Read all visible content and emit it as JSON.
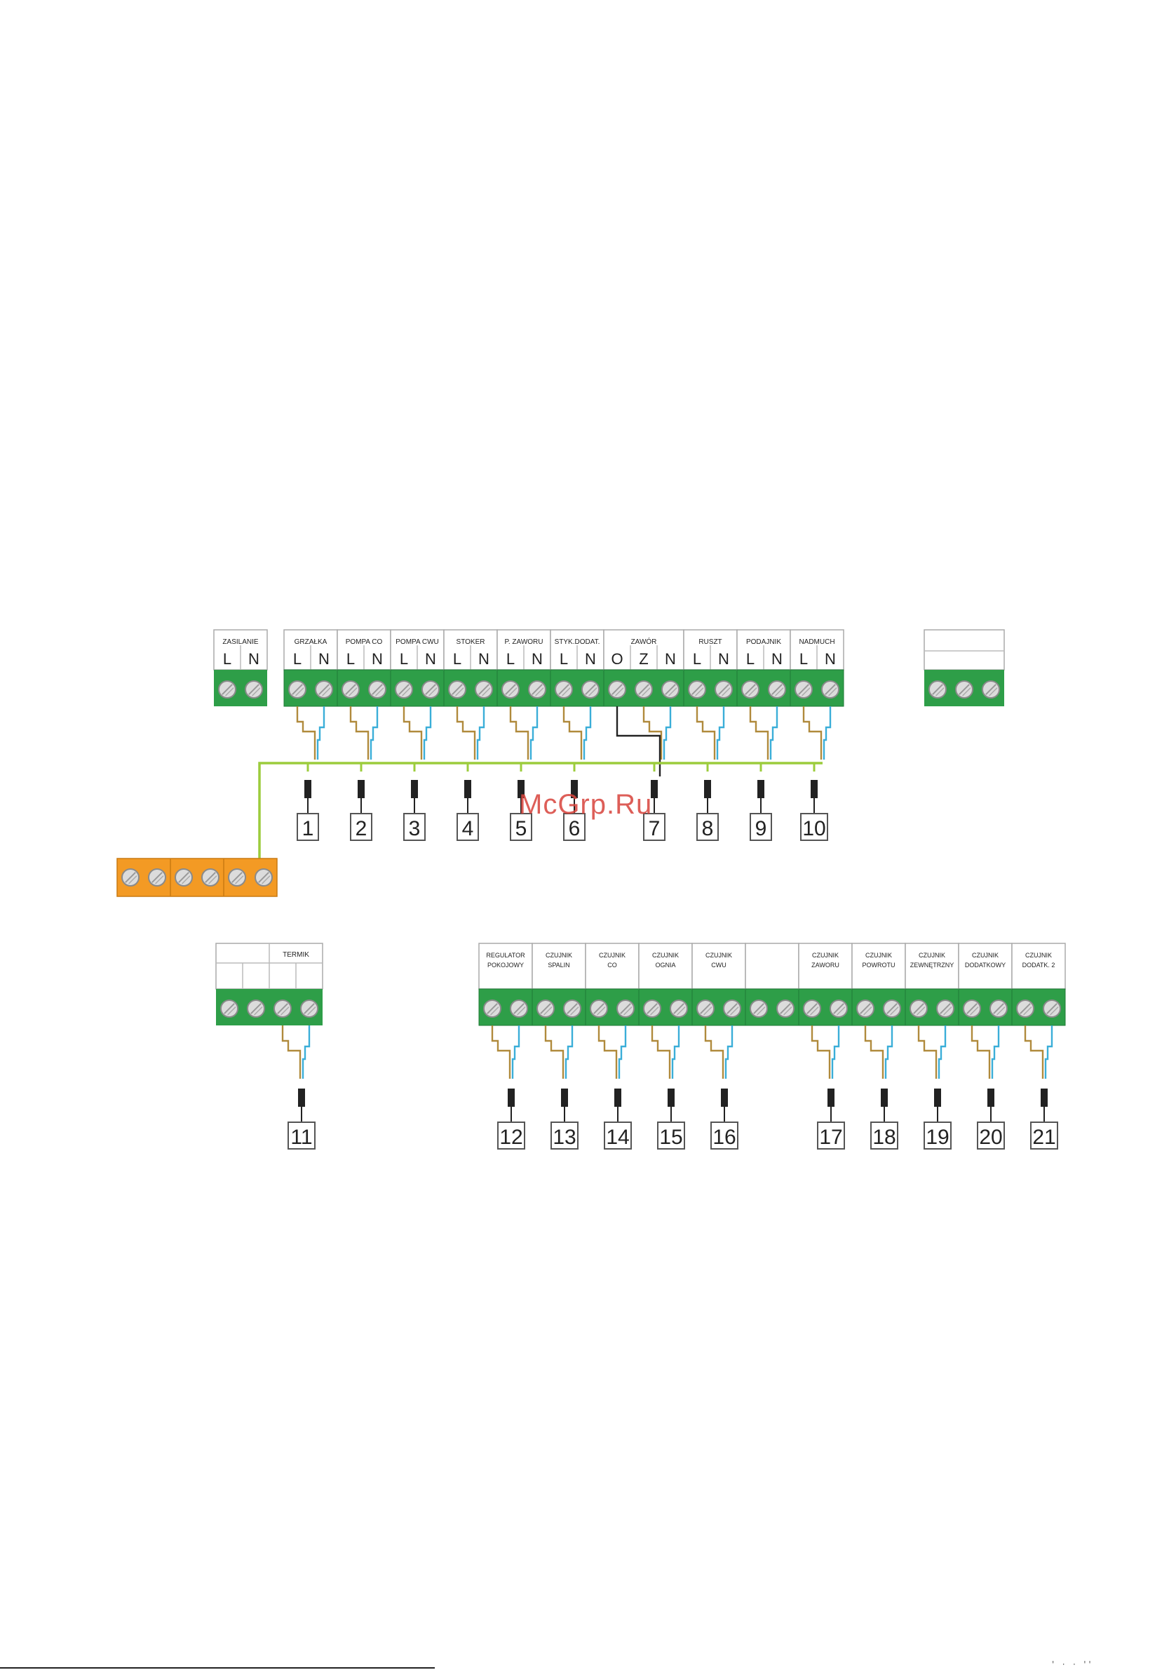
{
  "colors": {
    "terminal_green": "#2e9e48",
    "screw_fill": "#dcdcdc",
    "orange_block": "#f39a24",
    "ground_wire": "#9ccc3c",
    "brown_wire": "#b08a3c",
    "blue_wire": "#3aaed8",
    "black_wire": "#222222",
    "watermark": "#d8433b"
  },
  "watermark": "McGrp.Ru",
  "power": {
    "label": "ZASILANIE",
    "pins": [
      "L",
      "N"
    ]
  },
  "top_blocks": [
    {
      "label": "GRZAŁKA",
      "pins": [
        "L",
        "N"
      ]
    },
    {
      "label": "POMPA CO",
      "pins": [
        "L",
        "N"
      ]
    },
    {
      "label": "POMPA CWU",
      "pins": [
        "L",
        "N"
      ]
    },
    {
      "label": "STOKER",
      "pins": [
        "L",
        "N"
      ]
    },
    {
      "label": "P. ZAWORU",
      "pins": [
        "L",
        "N"
      ]
    },
    {
      "label": "STYK.DODAT.",
      "pins": [
        "L",
        "N"
      ]
    },
    {
      "label": "ZAWÓR",
      "pins": [
        "O",
        "Z",
        "N"
      ]
    },
    {
      "label": "RUSZT",
      "pins": [
        "L",
        "N"
      ]
    },
    {
      "label": "PODAJNIK",
      "pins": [
        "L",
        "N"
      ]
    },
    {
      "label": "NADMUCH",
      "pins": [
        "L",
        "N"
      ]
    }
  ],
  "top_numbers": [
    "1",
    "2",
    "3",
    "4",
    "5",
    "6",
    "7",
    "8",
    "9",
    "10"
  ],
  "termik": {
    "label": "TERMIK",
    "number": "11"
  },
  "sensors": [
    {
      "label": [
        "REGULATOR",
        "POKOJOWY"
      ],
      "number": "12"
    },
    {
      "label": [
        "CZUJNIK",
        "SPALIN"
      ],
      "number": "13"
    },
    {
      "label": [
        "CZUJNIK",
        "CO"
      ],
      "number": "14"
    },
    {
      "label": [
        "CZUJNIK",
        "OGNIA"
      ],
      "number": "15"
    },
    {
      "label": [
        "CZUJNIK",
        "CWU"
      ],
      "number": "16"
    },
    {
      "label": [
        "",
        ""
      ],
      "number": ""
    },
    {
      "label": [
        "CZUJNIK",
        "ZAWORU"
      ],
      "number": "17"
    },
    {
      "label": [
        "CZUJNIK",
        "POWROTU"
      ],
      "number": "18"
    },
    {
      "label": [
        "CZUJNIK",
        "ZEWNĘTRZNY"
      ],
      "number": "19"
    },
    {
      "label": [
        "CZUJNIK",
        "DODATKOWY"
      ],
      "number": "20"
    },
    {
      "label": [
        "CZUJNIK",
        "DODATK. 2"
      ],
      "number": "21"
    }
  ]
}
